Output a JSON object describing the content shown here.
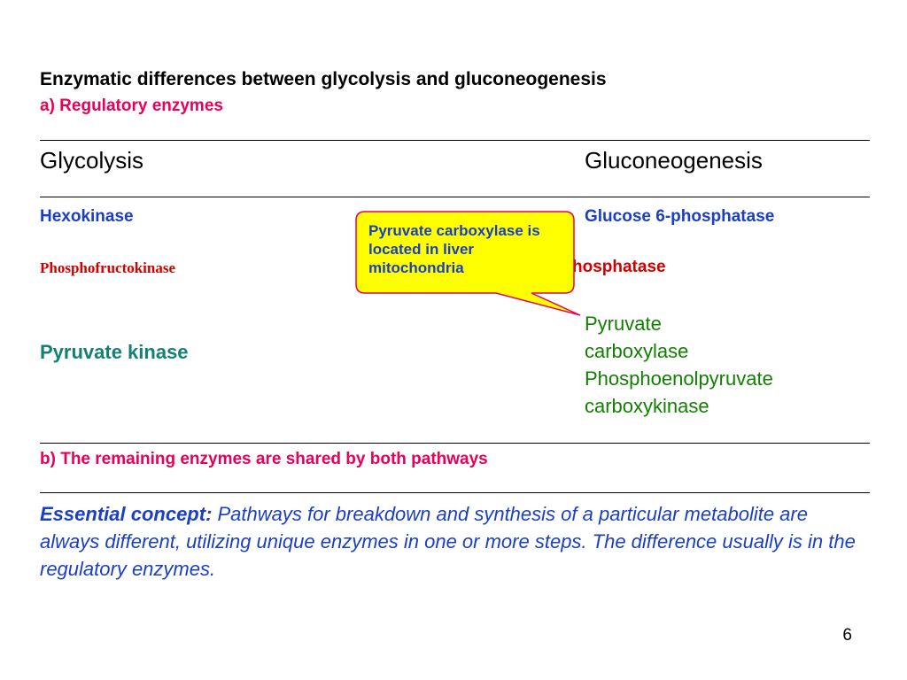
{
  "slide": {
    "title": "Enzymatic differences between glycolysis and gluconeogenesis",
    "subtitle": "a) Regulatory enzymes",
    "columns": {
      "left_header": "Glycolysis",
      "right_header": "Gluconeogenesis"
    },
    "glycolysis": {
      "hexokinase": "Hexokinase",
      "phosphofructokinase": "Phosphofructokinase",
      "pyruvate_kinase": "Pyruvate kinase"
    },
    "gluconeogenesis": {
      "glucose6p": "Glucose 6-phosphatase",
      "fructose_partial": "hosphatase",
      "pyruvate_carboxylase_line1": "Pyruvate",
      "pyruvate_carboxylase_line2": "carboxylase",
      "pepck_line1": "Phosphoenolpyruvate",
      "pepck_line2": "carboxykinase"
    },
    "callout": "Pyruvate carboxylase is located in liver mitochondria",
    "section_b": "b) The remaining enzymes are shared by both pathways",
    "essential": {
      "label": "Essential concept:",
      "text": " Pathways for breakdown and synthesis of a particular metabolite are always different, utilizing unique enzymes in one or more steps. The difference usually is in the regulatory enzymes."
    },
    "page_number": "6",
    "colors": {
      "blue": "#1a3fc6",
      "pink": "#e8005a",
      "red": "#d20000",
      "teal": "#138074",
      "green": "#118000",
      "callout_fill": "#ffff00",
      "callout_border": "#e8005a"
    }
  }
}
